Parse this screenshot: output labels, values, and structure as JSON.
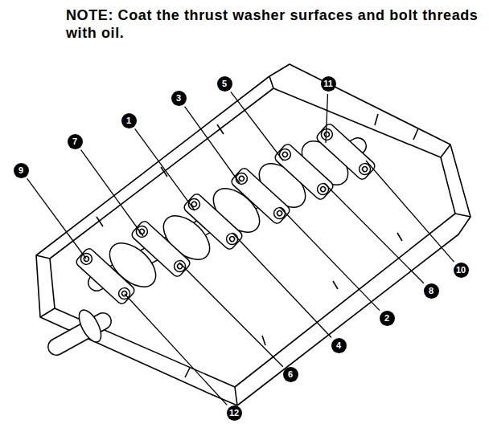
{
  "diagram": {
    "labels": [
      "NOTE: Coat the thrust washer surfaces and bolt threads with oil.",
      "9",
      "7",
      "1",
      "3",
      "5",
      "11",
      "10",
      "8",
      "2",
      "4",
      "6",
      "12"
    ]
  }
}
